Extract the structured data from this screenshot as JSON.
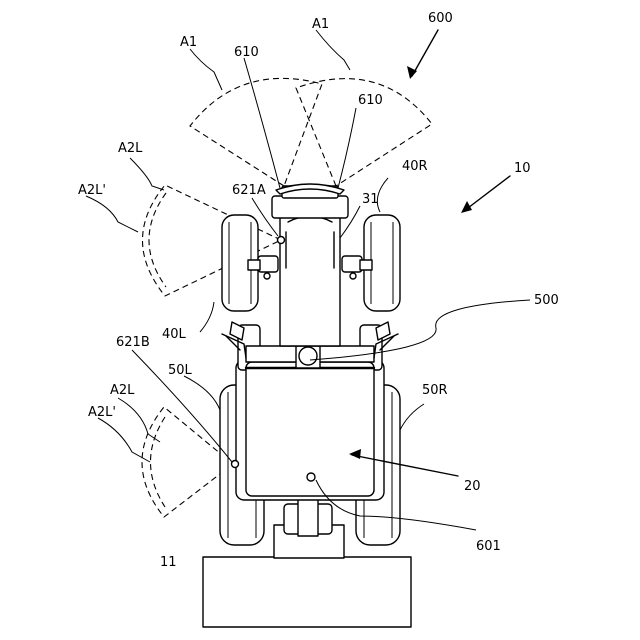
{
  "labels": {
    "sensor_unit": "600",
    "tractor": "10",
    "attachment": "11",
    "cabin": "20",
    "hood": "31",
    "front_right_wheel": "40R",
    "front_left_wheel": "40L",
    "rear_left_wheel": "50L",
    "rear_right_wheel": "50R",
    "camera_front": "610",
    "camera_front_2": "610",
    "range_front_1": "A1",
    "range_front_2": "A1",
    "range_front_left": "A2L",
    "range_front_left_alt": "A2L'",
    "range_rear_left": "A2L",
    "range_rear_left_alt": "A2L'",
    "sensor_621a": "621A",
    "sensor_621b": "621B",
    "controller": "500",
    "center_601": "601"
  }
}
